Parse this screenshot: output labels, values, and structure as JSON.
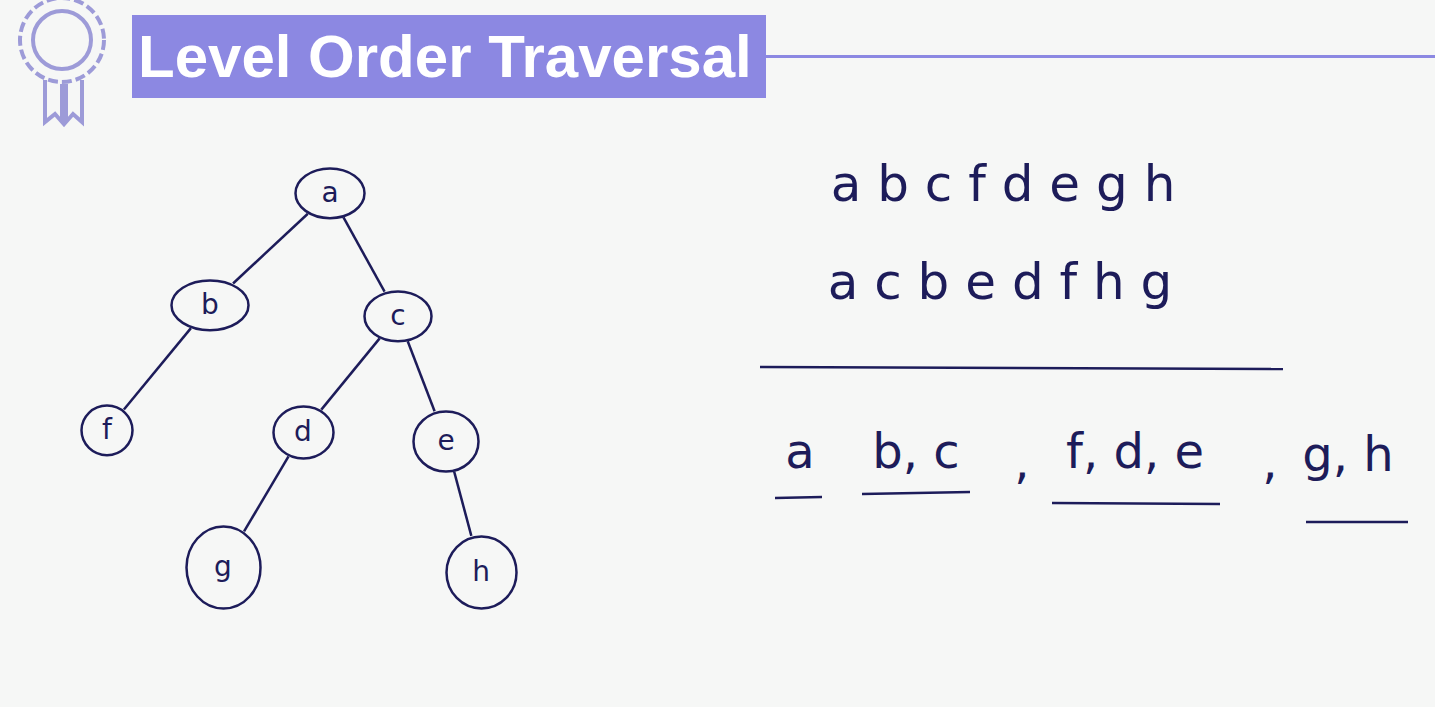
{
  "diagram": {
    "title": "Level Order Traversal",
    "nodes": [
      {
        "text": [
          "a"
        ]
      },
      {
        "text": [
          "b"
        ]
      },
      {
        "text": [
          "c"
        ]
      },
      {
        "text": [
          "f"
        ]
      },
      {
        "text": [
          "d"
        ]
      },
      {
        "text": [
          "e"
        ]
      },
      {
        "text": [
          "g"
        ]
      },
      {
        "text": [
          "h"
        ]
      }
    ],
    "edges": [
      {
        "from": 0,
        "to": 1,
        "arrow": "none"
      },
      {
        "from": 0,
        "to": 2,
        "arrow": "none"
      },
      {
        "from": 1,
        "to": 3,
        "arrow": "none"
      },
      {
        "from": 2,
        "to": 4,
        "arrow": "none"
      },
      {
        "from": 2,
        "to": 5,
        "arrow": "none"
      },
      {
        "from": 4,
        "to": 6,
        "arrow": "none"
      },
      {
        "from": 5,
        "to": 7,
        "arrow": "none"
      }
    ],
    "labels": [
      "a b c f d e g h",
      "a c b e d f h g",
      "a",
      "b, c",
      ",",
      "f, d, e",
      ",",
      "g, h"
    ]
  }
}
